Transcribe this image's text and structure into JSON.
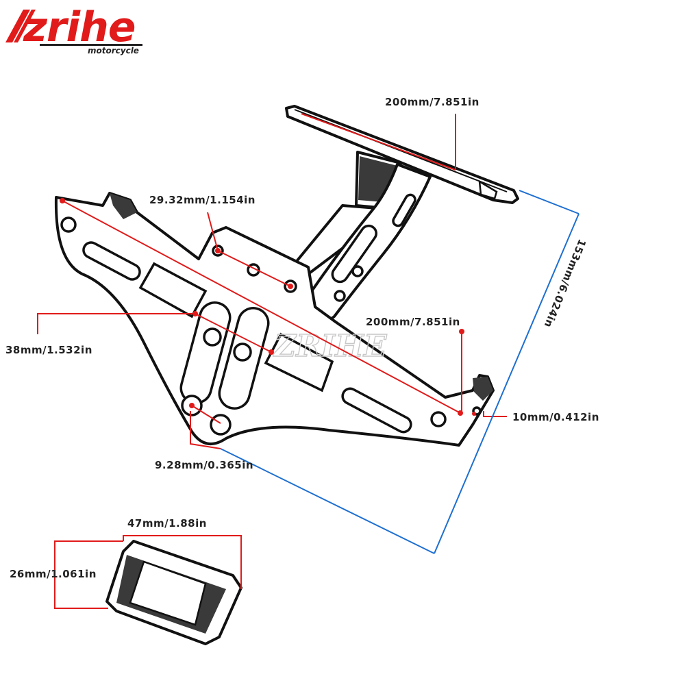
{
  "logo": {
    "brand": "zrihe",
    "tagline": "motorcycle",
    "accent_color": "#e11a1a"
  },
  "watermark": {
    "text": "ZRIHE"
  },
  "dimensions": {
    "plate_width_top": "200mm/7.851in",
    "hole_spacing_top": "29.32mm/1.154in",
    "height_side": "153mm/6.024in",
    "arm_length": "200mm/7.851in",
    "slot_offset": "38mm/1.532in",
    "end_hole": "10mm/0.412in",
    "small_hole_spacing": "9.28mm/0.365in",
    "block_width": "47mm/1.88in",
    "block_height": "26mm/1.061in"
  },
  "colors": {
    "red_dimension": "#e11a1a",
    "blue_dimension": "#1e6fd0",
    "outline": "#111111"
  }
}
